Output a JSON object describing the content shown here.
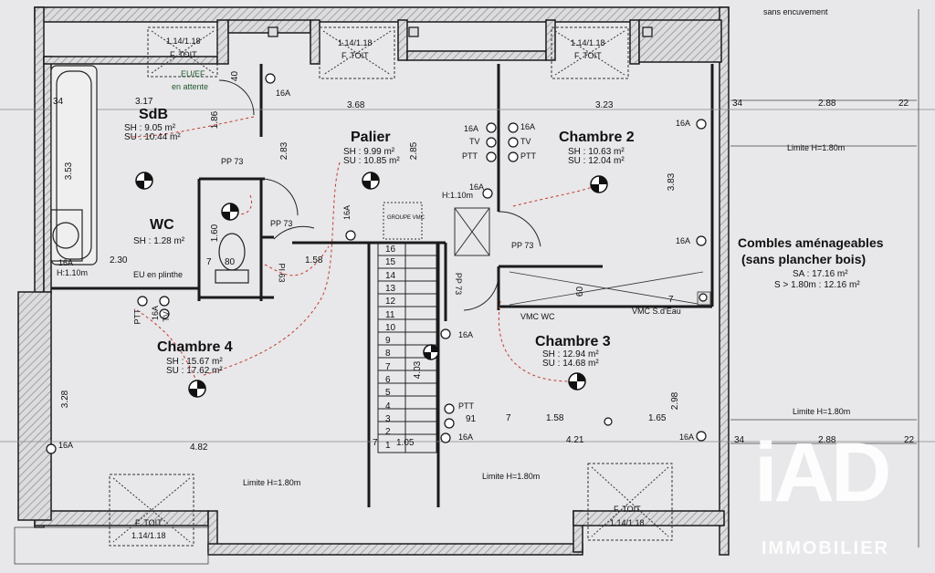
{
  "rooms": {
    "sdb": {
      "name": "SdB",
      "sh": "SH : 9.05 m²",
      "su": "SU : 10.44 m²"
    },
    "wc": {
      "name": "WC",
      "sh": "SH : 1.28 m²"
    },
    "palier": {
      "name": "Palier",
      "sh": "SH : 9.99 m²",
      "su": "SU : 10.85 m²"
    },
    "chambre2": {
      "name": "Chambre 2",
      "sh": "SH : 10.63 m²",
      "su": "SU : 12.04 m²"
    },
    "chambre3": {
      "name": "Chambre 3",
      "sh": "SH : 12.94 m²",
      "su": "SU : 14.68 m²"
    },
    "chambre4": {
      "name": "Chambre 4",
      "sh": "SH : 15.67 m²",
      "su": "SU : 17.62 m²"
    },
    "combles": {
      "name_line1": "Combles aménageables",
      "name_line2": "(sans plancher bois)",
      "sa": "SA : 17.16 m²",
      "sh": "S > 1.80m : 12.16 m²"
    }
  },
  "windows": {
    "label": "F. TOIT",
    "size": "1.14/1.18"
  },
  "notes": {
    "sans_encuvement": "sans encuvement",
    "eu_ef": "EU/EF",
    "en_attente": "en attente",
    "eu_plinthe": "EU en plinthe",
    "h110_a": "H:1.10m",
    "h110_b": "H:1.10m",
    "limite": "Limite H=1.80m",
    "vmc_wc": "VMC WC",
    "vmc_eau": "VMC S.d'Eau",
    "groupe_vmc": "GROUPE VMC"
  },
  "doors": {
    "pp73": "PP 73",
    "pi63": "PI 63"
  },
  "outlets": {
    "a16": "16A",
    "tv": "TV",
    "ptt": "PTT"
  },
  "dimensions": {
    "d34": "34",
    "d317": "3.17",
    "d368": "3.68",
    "d323": "3.23",
    "d288": "2.88",
    "d22": "22",
    "d186": "1.86",
    "d283": "2.83",
    "d285": "2.85",
    "d353": "3.53",
    "d383": "3.83",
    "d40": "40",
    "d160": "1.60",
    "d7": "7",
    "d80": "80",
    "d230": "2.30",
    "d158": "1.58",
    "d60": "60",
    "d403": "4.03",
    "d328": "3.28",
    "d298": "2.98",
    "d482": "4.82",
    "d421": "4.21",
    "d165": "1.65",
    "d105": "1.05",
    "d91": "91"
  },
  "stairs": [
    "16",
    "15",
    "14",
    "13",
    "12",
    "11",
    "10",
    "9",
    "8",
    "7",
    "6",
    "5",
    "4",
    "3",
    "2",
    "1"
  ],
  "brand": {
    "logo": "iAD",
    "tagline": "IMMOBILIER"
  }
}
